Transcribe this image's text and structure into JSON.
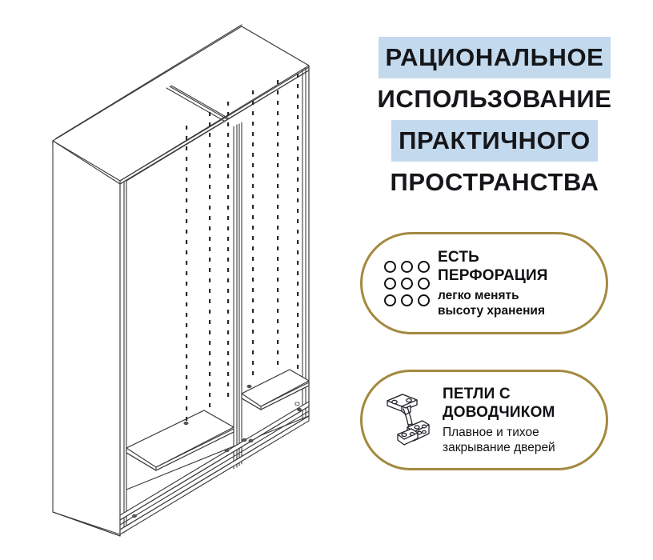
{
  "headline": {
    "lines": [
      {
        "text": "РАЦИОНАЛЬНОЕ",
        "highlighted": true
      },
      {
        "text": "ИСПОЛЬЗОВАНИЕ",
        "highlighted": false
      },
      {
        "text": "ПРАКТИЧНОГО",
        "highlighted": true
      },
      {
        "text": "ПРОСТРАНСТВА",
        "highlighted": false
      }
    ],
    "highlight_color": "#c3d9ed",
    "text_color": "#15161a"
  },
  "cards": [
    {
      "id": "perforation",
      "icon": "perforation-grid-icon",
      "title_line_1": "ЕСТЬ",
      "title_line_2": "ПЕРФОРАЦИЯ",
      "sub_line_1": "легко менять",
      "sub_line_2": "высоту хранения",
      "border_color": "#a4893f"
    },
    {
      "id": "hinges",
      "icon": "cabinet-hinge-icon",
      "title_line_1": "ПЕТЛИ С",
      "title_line_2": "ДОВОДЧИКОМ",
      "sub_line_1": "Плавное и тихое",
      "sub_line_2": "закрывание дверей",
      "border_color": "#a4893f"
    }
  ],
  "illustration": {
    "name": "wardrobe-carcass-isometric-drawing",
    "line_color": "#3c3c3c",
    "background": "#ffffff"
  }
}
